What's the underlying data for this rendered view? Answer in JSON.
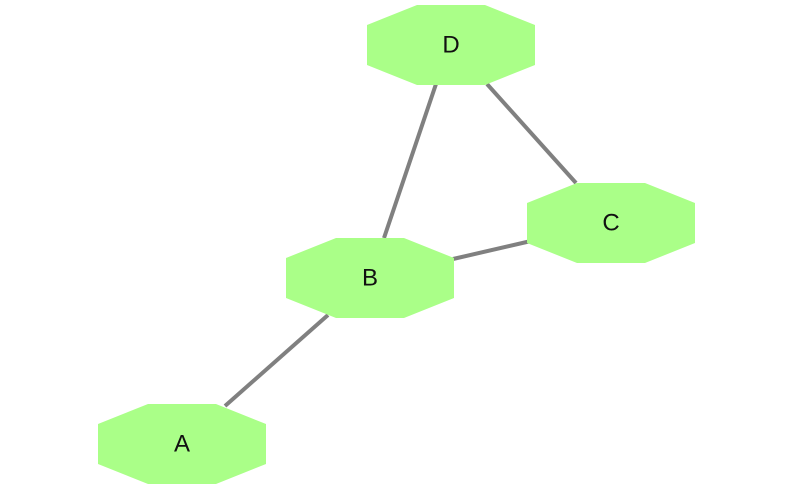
{
  "graph": {
    "type": "undirected",
    "node_shape": "octagon",
    "colors": {
      "node_fill": "#aaff88",
      "edge": "#808080",
      "label": "#111111",
      "background": "#ffffff"
    },
    "nodes": [
      {
        "id": "A",
        "label": "A"
      },
      {
        "id": "B",
        "label": "B"
      },
      {
        "id": "C",
        "label": "C"
      },
      {
        "id": "D",
        "label": "D"
      }
    ],
    "edges": [
      {
        "from": "D",
        "to": "B"
      },
      {
        "from": "D",
        "to": "C"
      },
      {
        "from": "B",
        "to": "C"
      },
      {
        "from": "A",
        "to": "B"
      }
    ]
  }
}
